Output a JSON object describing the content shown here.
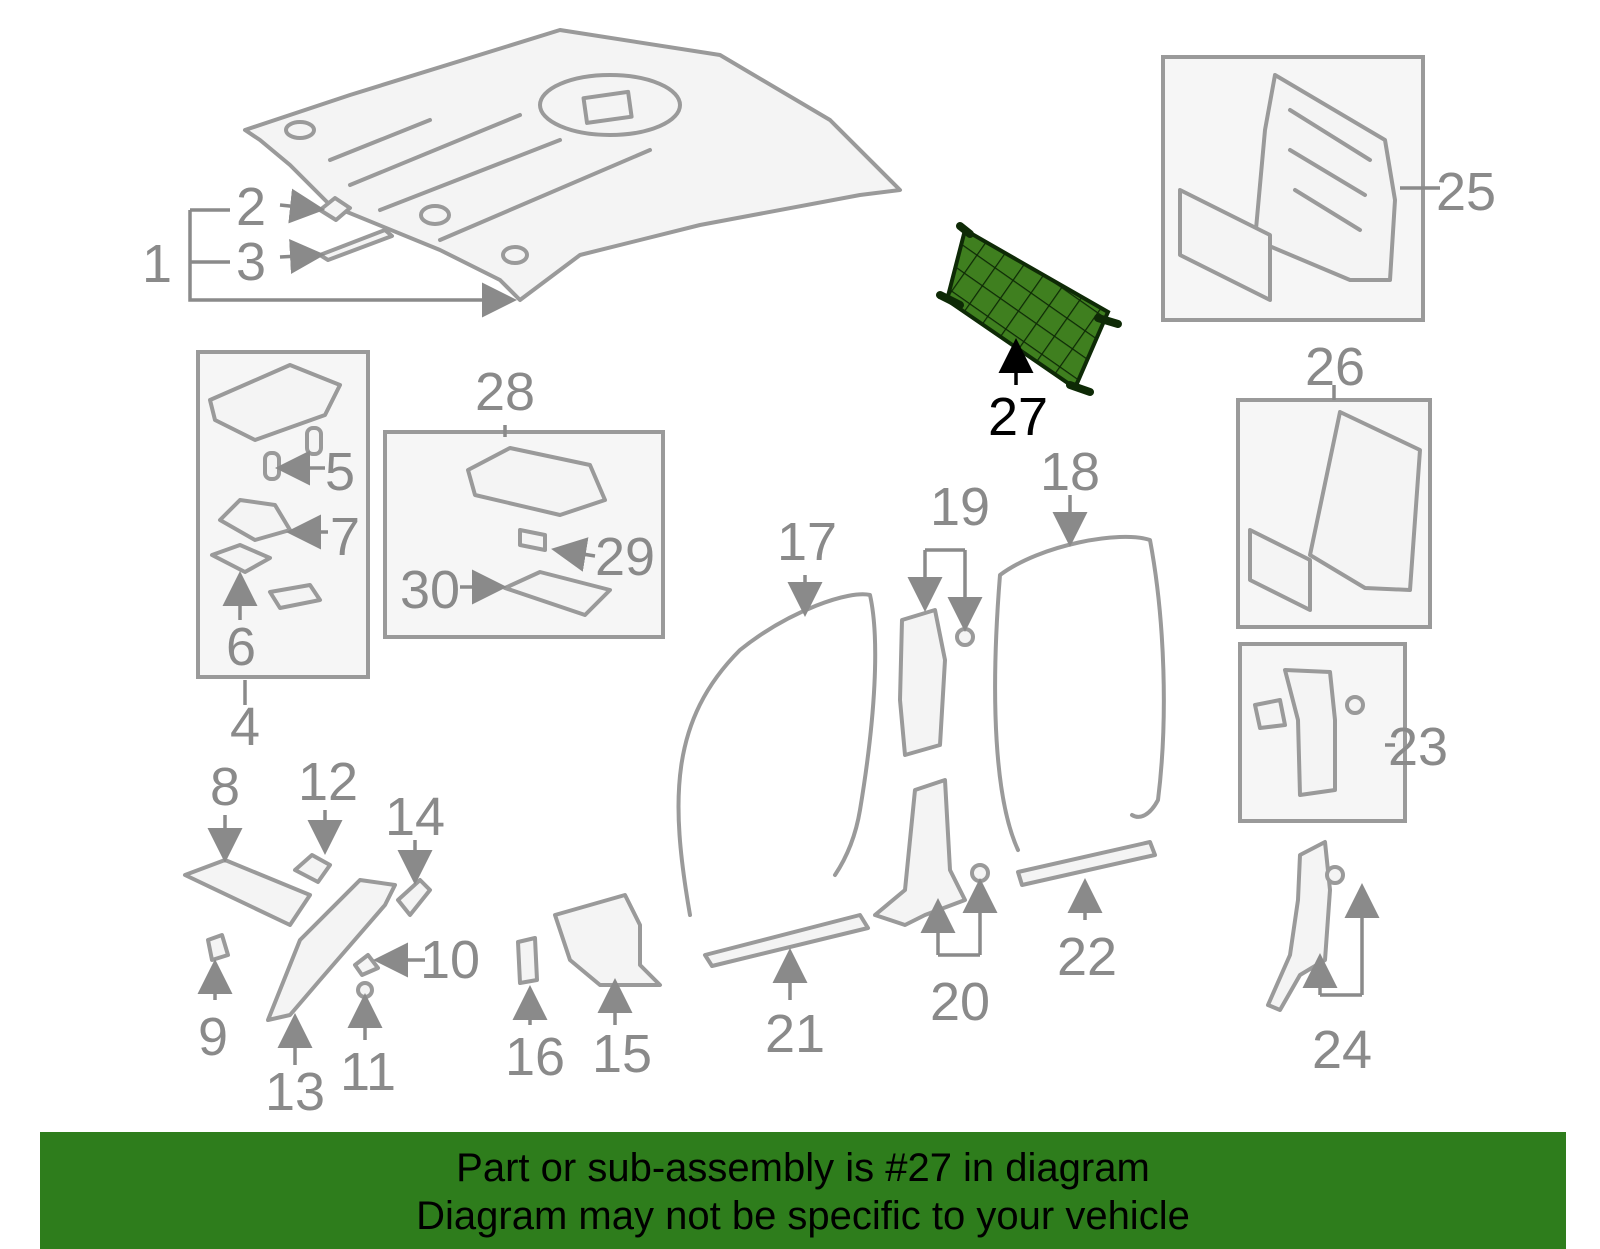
{
  "callouts": [
    "1",
    "2",
    "3",
    "4",
    "5",
    "6",
    "7",
    "8",
    "9",
    "10",
    "11",
    "12",
    "13",
    "14",
    "15",
    "16",
    "17",
    "18",
    "19",
    "20",
    "21",
    "22",
    "23",
    "24",
    "25",
    "26",
    "27",
    "28",
    "29",
    "30"
  ],
  "highlighted_part": "27",
  "banner": {
    "line1": "Part or sub-assembly is #27 in diagram",
    "line2": "Diagram may not be specific to your vehicle"
  },
  "colors": {
    "banner_bg": "#2e7d1c",
    "highlight_fill": "#3f7f1f",
    "part_stroke": "#9a9a9a",
    "label_gray": "#8a8a8a"
  }
}
